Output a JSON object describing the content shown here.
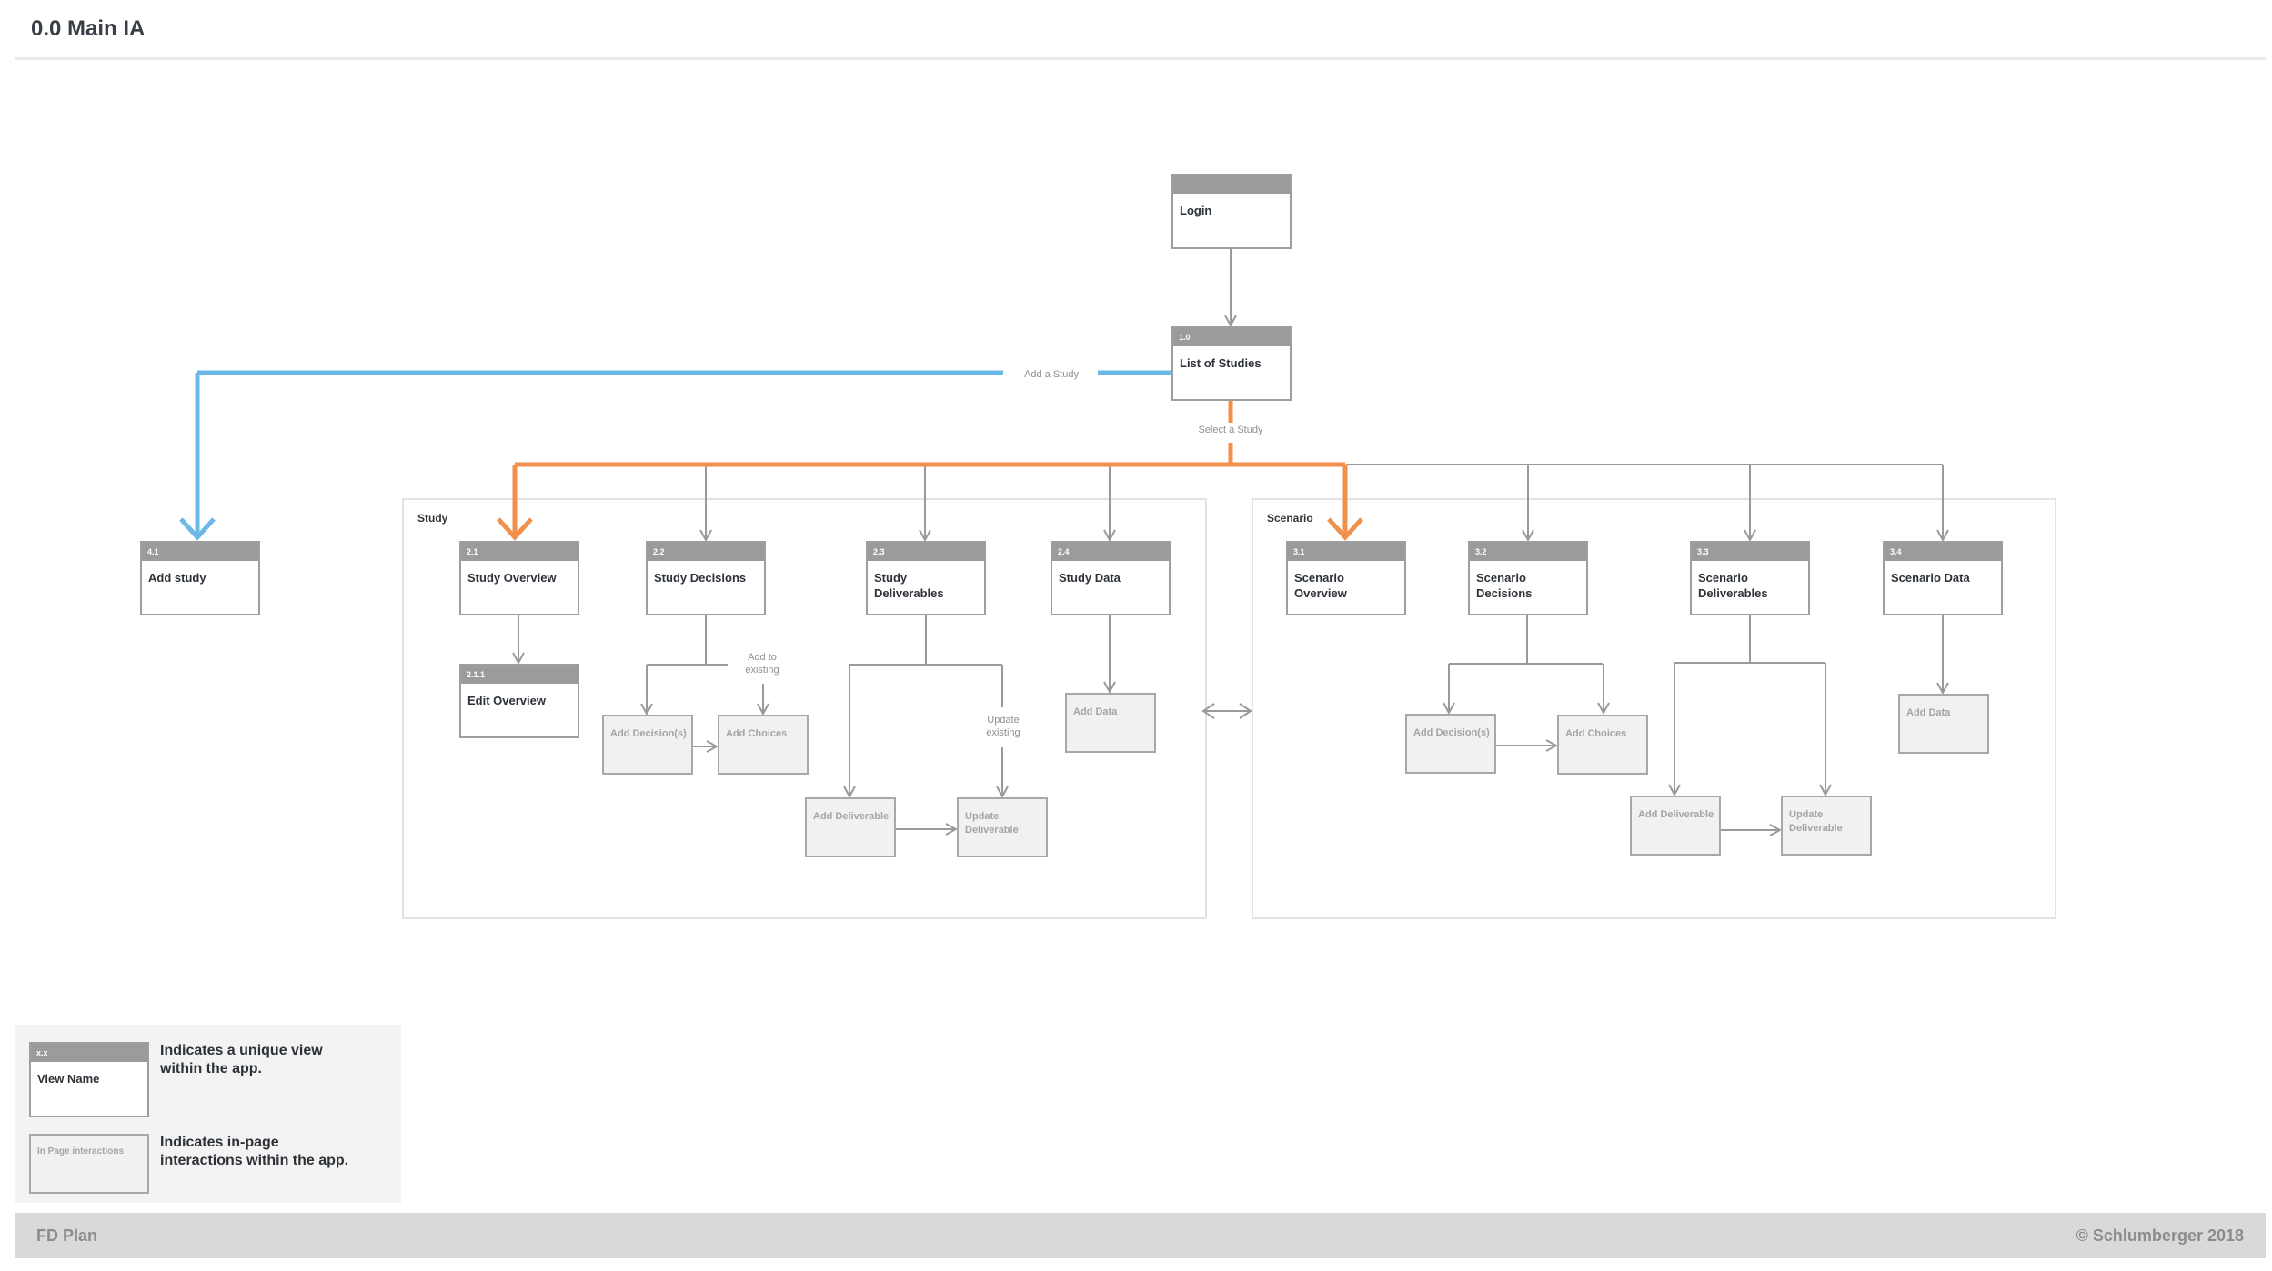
{
  "page": {
    "title": "0.0  Main IA"
  },
  "views": {
    "login": {
      "name": "Login"
    },
    "list_of_studies": {
      "id": "1.0",
      "name": "List of Studies"
    },
    "add_study": {
      "id": "4.1",
      "name": "Add study"
    },
    "study_overview": {
      "id": "2.1",
      "name": "Study Overview"
    },
    "edit_overview": {
      "id": "2.1.1",
      "name": "Edit Overview"
    },
    "study_decisions": {
      "id": "2.2",
      "name": "Study Decisions"
    },
    "study_deliverables": {
      "id": "2.3",
      "name": "Study Deliverables"
    },
    "study_data": {
      "id": "2.4",
      "name": "Study Data"
    },
    "scenario_overview": {
      "id": "3.1",
      "name": "Scenario Overview"
    },
    "scenario_decisions": {
      "id": "3.2",
      "name": "Scenario Decisions"
    },
    "scenario_deliverables": {
      "id": "3.3",
      "name": "Scenario Deliverables"
    },
    "scenario_data": {
      "id": "3.4",
      "name": "Scenario Data"
    }
  },
  "groups": {
    "study": "Study",
    "scenario": "Scenario"
  },
  "interactions": {
    "study_add_decisions": "Add Decision(s)",
    "study_add_choices": "Add Choices",
    "study_add_deliverable": "Add Deliverable",
    "study_update_deliverable": "Update Deliverable",
    "study_add_data": "Add Data",
    "scenario_add_decisions": "Add Decision(s)",
    "scenario_add_choices": "Add Choices",
    "scenario_add_deliverable": "Add Deliverable",
    "scenario_update_deliverable": "Update Deliverable",
    "scenario_add_data": "Add Data"
  },
  "connector_labels": {
    "add_a_study": "Add a Study",
    "select_a_study": "Select a Study",
    "add_to_existing": "Add to existing",
    "update_existing": "Update existing"
  },
  "legend": {
    "view_id": "x.x",
    "view_name": "View Name",
    "view_desc": "Indicates a unique view within the app.",
    "inpage_name": "In Page interactions",
    "inpage_desc": "Indicates in-page interactions within the app."
  },
  "footer": {
    "left": "FD Plan",
    "right": "© Schlumberger 2018"
  },
  "colors": {
    "blue_path": "#6cb8e6",
    "orange_path": "#f0904a",
    "connector": "#9a9a9a"
  }
}
